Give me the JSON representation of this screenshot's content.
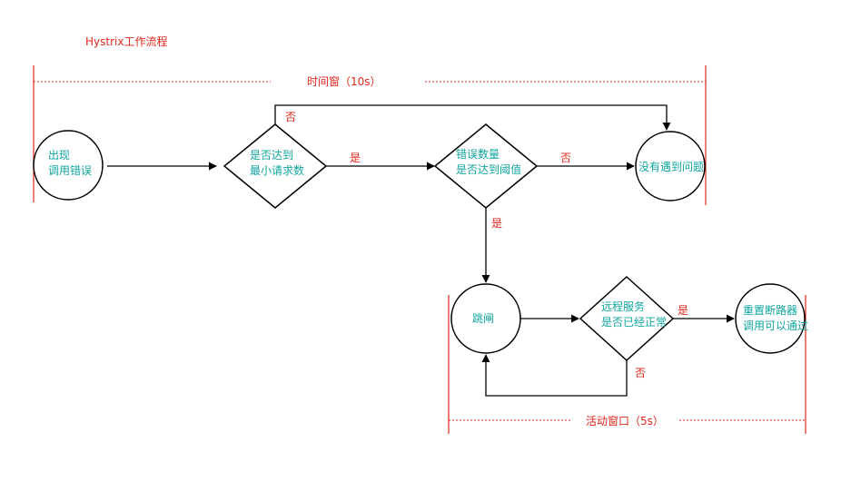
{
  "title": "Hystrix工作流程",
  "windows": {
    "time_window": "时间窗（10s）",
    "active_window": "活动窗口（5s）"
  },
  "nodes": {
    "error_occurs": [
      "出现",
      "调用错误"
    ],
    "min_requests": [
      "是否达到",
      "最小请求数"
    ],
    "error_threshold": [
      "错误数量",
      "是否达到阈值"
    ],
    "no_problem": "没有遇到问题",
    "trip": "跳闸",
    "remote_normal": [
      "远程服务",
      "是否已经正常"
    ],
    "reset_breaker": [
      "重置断路器",
      "调用可以通过"
    ]
  },
  "edges": {
    "no_top": "否",
    "yes_1": "是",
    "no_2": "否",
    "yes_down": "是",
    "yes_reset": "是",
    "no_back": "否"
  },
  "colors": {
    "red": "#e0261c",
    "teal": "#12a6a0",
    "line": "#000000"
  }
}
